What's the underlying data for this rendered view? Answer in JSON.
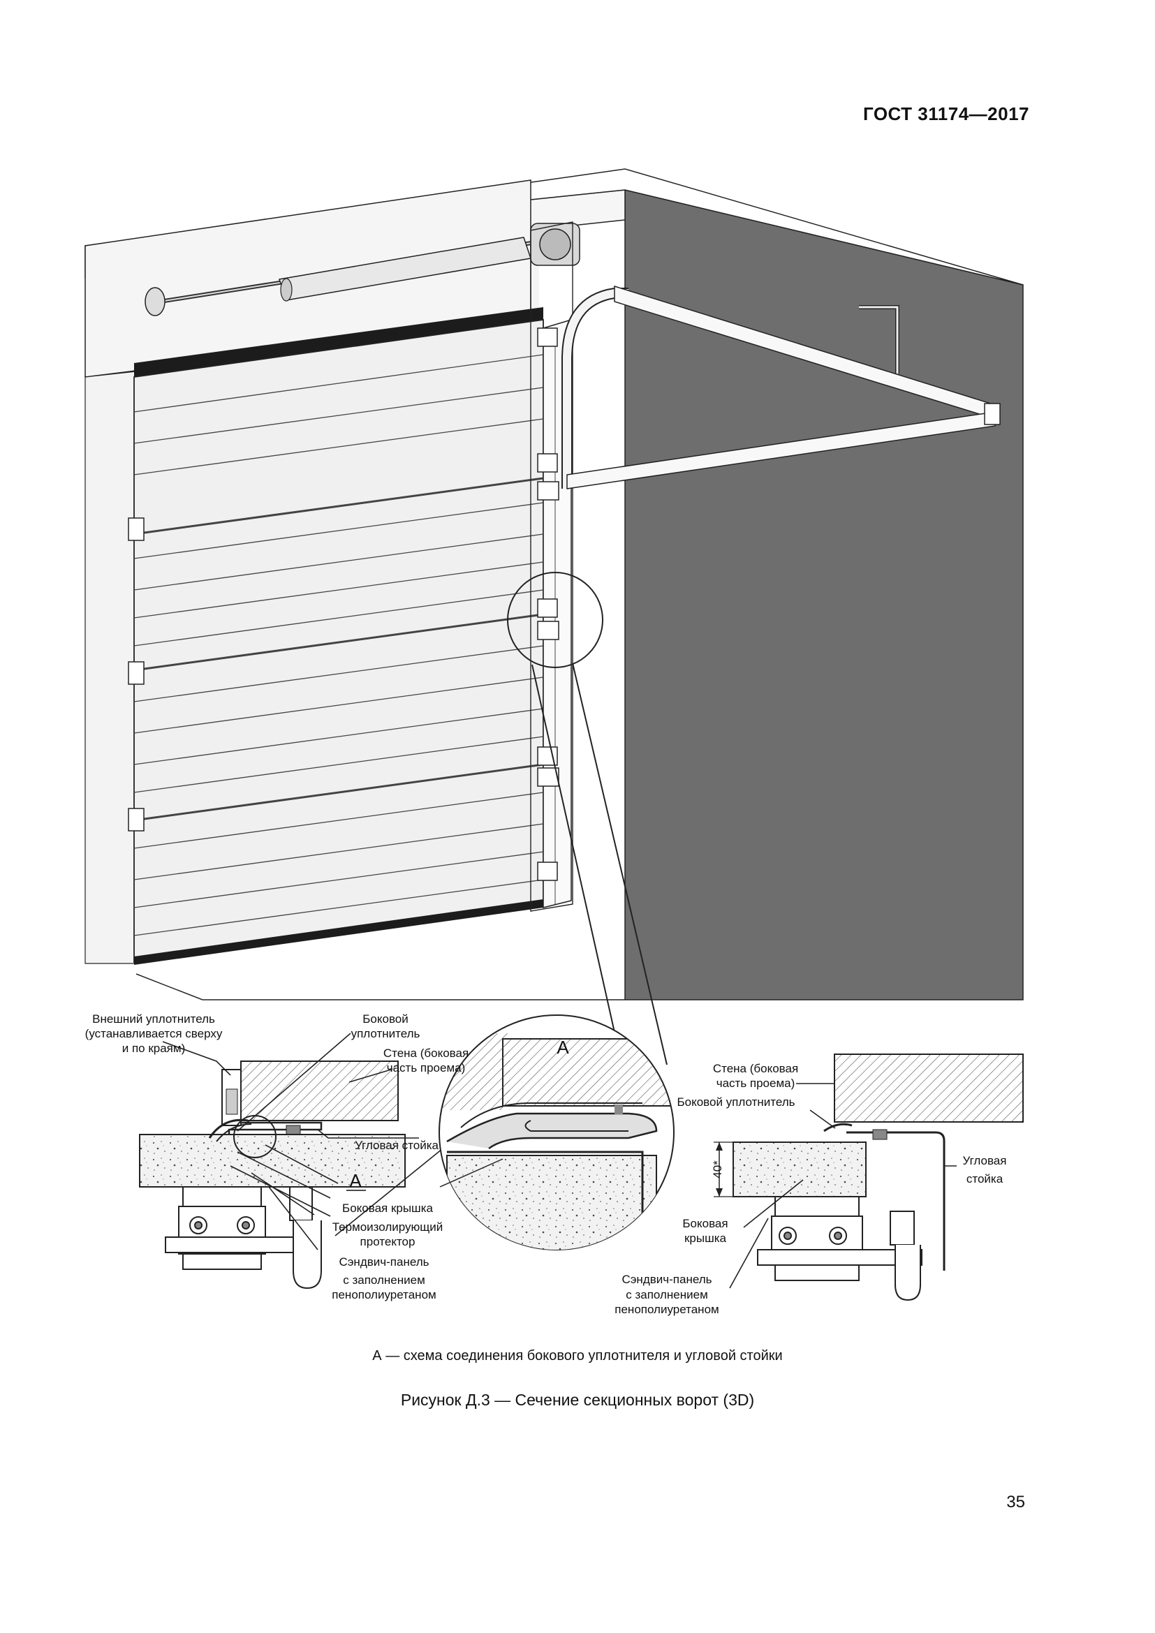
{
  "header": {
    "standard": "ГОСТ 31174—2017"
  },
  "page_number": "35",
  "figure": {
    "detail_marker": "A",
    "left_labels": {
      "outer_seal_l1": "Внешний уплотнитель",
      "outer_seal_l2": "(устанавливается сверху",
      "outer_seal_l3": "и по краям)",
      "side_seal_l1": "Боковой",
      "side_seal_l2": "уплотнитель",
      "wall_l1": "Стена (боковая",
      "wall_l2": "часть проема)",
      "corner_post": "Угловая стойка",
      "side_cover": "Боковая крышка",
      "thermo_l1": "Термоизолирующий",
      "thermo_l2": "протектор",
      "sandwich_l1": "Сэндвич-панель",
      "sandwich_l2": "с заполнением",
      "sandwich_l3": "пенополиуретаном"
    },
    "right_labels": {
      "wall_l1": "Стена (боковая",
      "wall_l2": "часть проема)",
      "side_seal": "Боковой уплотнитель",
      "dimension": "40*",
      "corner_l1": "Угловая",
      "corner_l2": "стойка",
      "side_cover_l1": "Боковая",
      "side_cover_l2": "крышка",
      "sandwich_l1": "Сэндвич-панель",
      "sandwich_l2": "с заполнением",
      "sandwich_l3": "пенополиуретаном"
    },
    "legend_a": "А — схема соединения бокового уплотнителя и угловой стойки",
    "caption": "Рисунок Д.3 — Сечение секционных ворот (3D)"
  }
}
